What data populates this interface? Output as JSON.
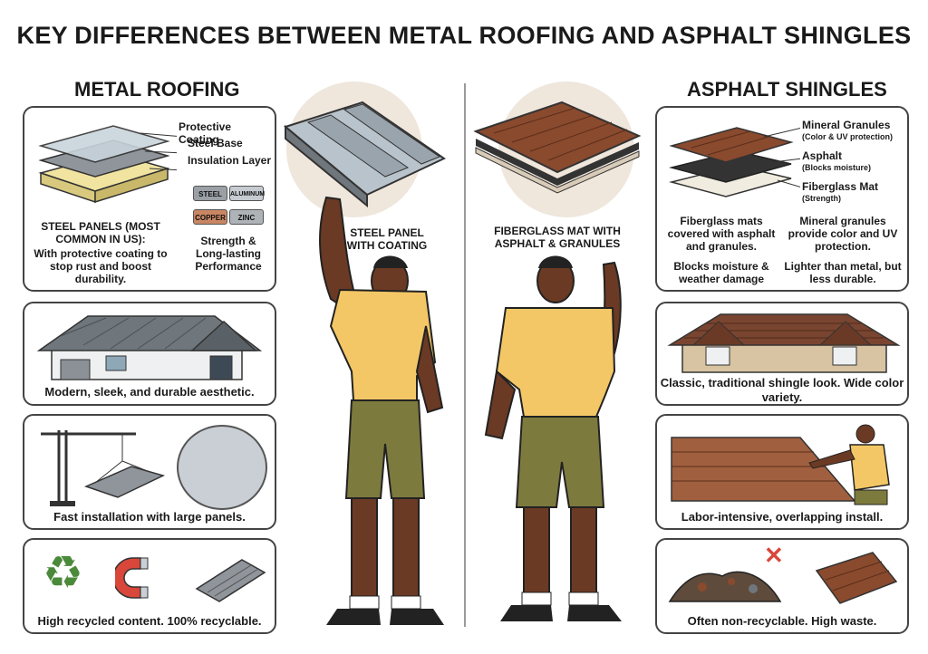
{
  "title": "KEY DIFFERENCES BETWEEN METAL ROOFING AND ASPHALT SHINGLES",
  "left": {
    "heading": "METAL ROOFING",
    "layers": [
      "Protective Coating",
      "Steel Base",
      "Insulation Layer"
    ],
    "materials": [
      "STEEL",
      "ALUMINUM",
      "COPPER",
      "ZINC"
    ],
    "steel_title": "STEEL PANELS (MOST COMMON IN US):",
    "steel_desc": "With protective coating to stop rust and boost durability.",
    "strength": "Strength & Long-lasting Performance",
    "aesthetic": "Modern, sleek, and durable aesthetic.",
    "install": "Fast installation with large panels.",
    "recycle": "High recycled content. 100% recyclable.",
    "figure_label": "STEEL PANEL WITH COATING"
  },
  "right": {
    "heading": "ASPHALT SHINGLES",
    "layers": [
      {
        "name": "Mineral Granules",
        "sub": "(Color & UV protection)"
      },
      {
        "name": "Asphalt",
        "sub": "(Blocks moisture)"
      },
      {
        "name": "Fiberglass Mat",
        "sub": "(Strength)"
      }
    ],
    "notes": [
      "Fiberglass mats covered with asphalt and granules.",
      "Mineral granules provide color and UV protection.",
      "Blocks moisture & weather damage",
      "Lighter than metal, but less durable."
    ],
    "aesthetic": "Classic, traditional shingle look. Wide color variety.",
    "install": "Labor-intensive, overlapping install.",
    "recycle": "Often non-recyclable. High waste.",
    "figure_label": "FIBERGLASS MAT WITH ASPHALT & GRANULES"
  },
  "colors": {
    "shirt": "#f4c766",
    "shorts": "#7d7a3e",
    "skin": "#6b3a24",
    "metal": "#8f959b",
    "shingle": "#8a4a2e",
    "insulation": "#f1e4a0"
  }
}
